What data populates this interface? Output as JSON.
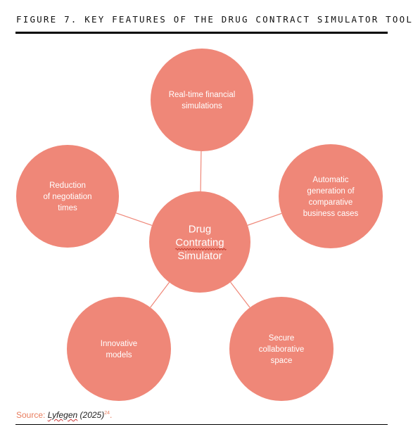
{
  "title": "FIGURE 7. KEY FEATURES OF THE DRUG CONTRACT SIMULATOR TOOL",
  "colors": {
    "node_fill": "#ef8778",
    "connector": "#ef8778",
    "node_text": "#ffffff"
  },
  "center": {
    "lines": [
      "Drug",
      "Contrating",
      "Simulator"
    ]
  },
  "features": [
    {
      "lines": [
        "Real-time financial",
        "simulations"
      ]
    },
    {
      "lines": [
        "Automatic",
        "generation of",
        "comparative",
        "business cases"
      ]
    },
    {
      "lines": [
        "Secure",
        "collaborative",
        "space"
      ]
    },
    {
      "lines": [
        "Innovative",
        "models"
      ]
    },
    {
      "lines": [
        "Reduction",
        "of negotiation",
        "times"
      ]
    }
  ],
  "source": {
    "label": "Source: ",
    "citation_name": "Lyfegen",
    "citation_year": " (2025)",
    "footnote": "24",
    "trailing": "."
  }
}
